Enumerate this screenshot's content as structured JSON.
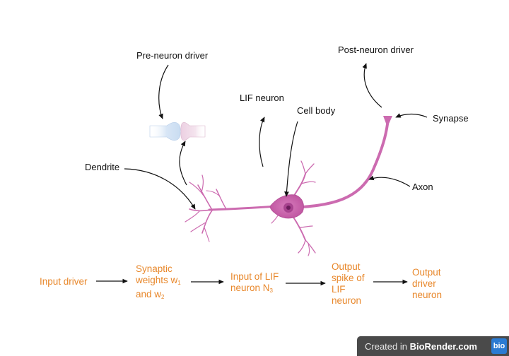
{
  "labels": {
    "pre_neuron_driver": "Pre-neuron driver",
    "post_neuron_driver": "Post-neuron driver",
    "lif_neuron": "LIF neuron",
    "cell_body": "Cell body",
    "synapse": "Synapse",
    "dendrite": "Dendrite",
    "axon": "Axon"
  },
  "flow": {
    "step1": "Input driver",
    "step2_line1": "Synaptic",
    "step2_line2": "weights w",
    "step2_sub1": "1",
    "step2_line3": "and w",
    "step2_sub2": "2",
    "step3_line1": "Input of LIF",
    "step3_line2": "neuron N",
    "step3_sub": "3",
    "step4_line1": "Output",
    "step4_line2": "spike of",
    "step4_line3": "LIF",
    "step4_line4": "neuron",
    "step5_line1": "Output",
    "step5_line2": "driver",
    "step5_line3": "neuron"
  },
  "badge": {
    "prefix": "Created in ",
    "brand": "BioRender.com",
    "logo": "bio"
  },
  "colors": {
    "neuron": "#cc6bb0",
    "soma": "#c65aa6",
    "nucleus": "#8e2f7c",
    "flow_text": "#e8872a",
    "synapse_pre": "#d2e2f4",
    "synapse_post": "#efd7e6"
  }
}
